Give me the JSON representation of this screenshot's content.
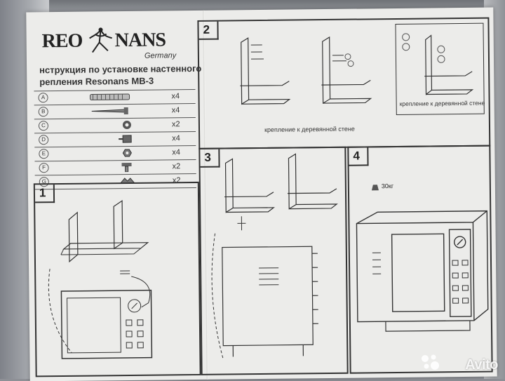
{
  "brand": {
    "word_left": "REO",
    "word_right": "NANS",
    "subtitle": "Germany"
  },
  "title_lines": [
    "нструкция по установке настенного",
    "репления Resonans MB-3"
  ],
  "parts": [
    {
      "letter": "A",
      "qty": "x4",
      "icon": "wall-plug-icon"
    },
    {
      "letter": "B",
      "qty": "x4",
      "icon": "screw-icon"
    },
    {
      "letter": "C",
      "qty": "x2",
      "icon": "washer-icon"
    },
    {
      "letter": "D",
      "qty": "x4",
      "icon": "nut-icon"
    },
    {
      "letter": "E",
      "qty": "x4",
      "icon": "hex-nut-icon"
    },
    {
      "letter": "F",
      "qty": "x2",
      "icon": "bolt-icon"
    },
    {
      "letter": "G",
      "qty": "x2",
      "icon": "wing-nut-icon"
    }
  ],
  "steps": [
    {
      "number": "1"
    },
    {
      "number": "2",
      "caption": "крепление к деревянной стене",
      "inset_caption": "крепление к деревянной стене"
    },
    {
      "number": "3"
    },
    {
      "number": "4",
      "weight": "30кг"
    }
  ],
  "watermark": "Avito"
}
